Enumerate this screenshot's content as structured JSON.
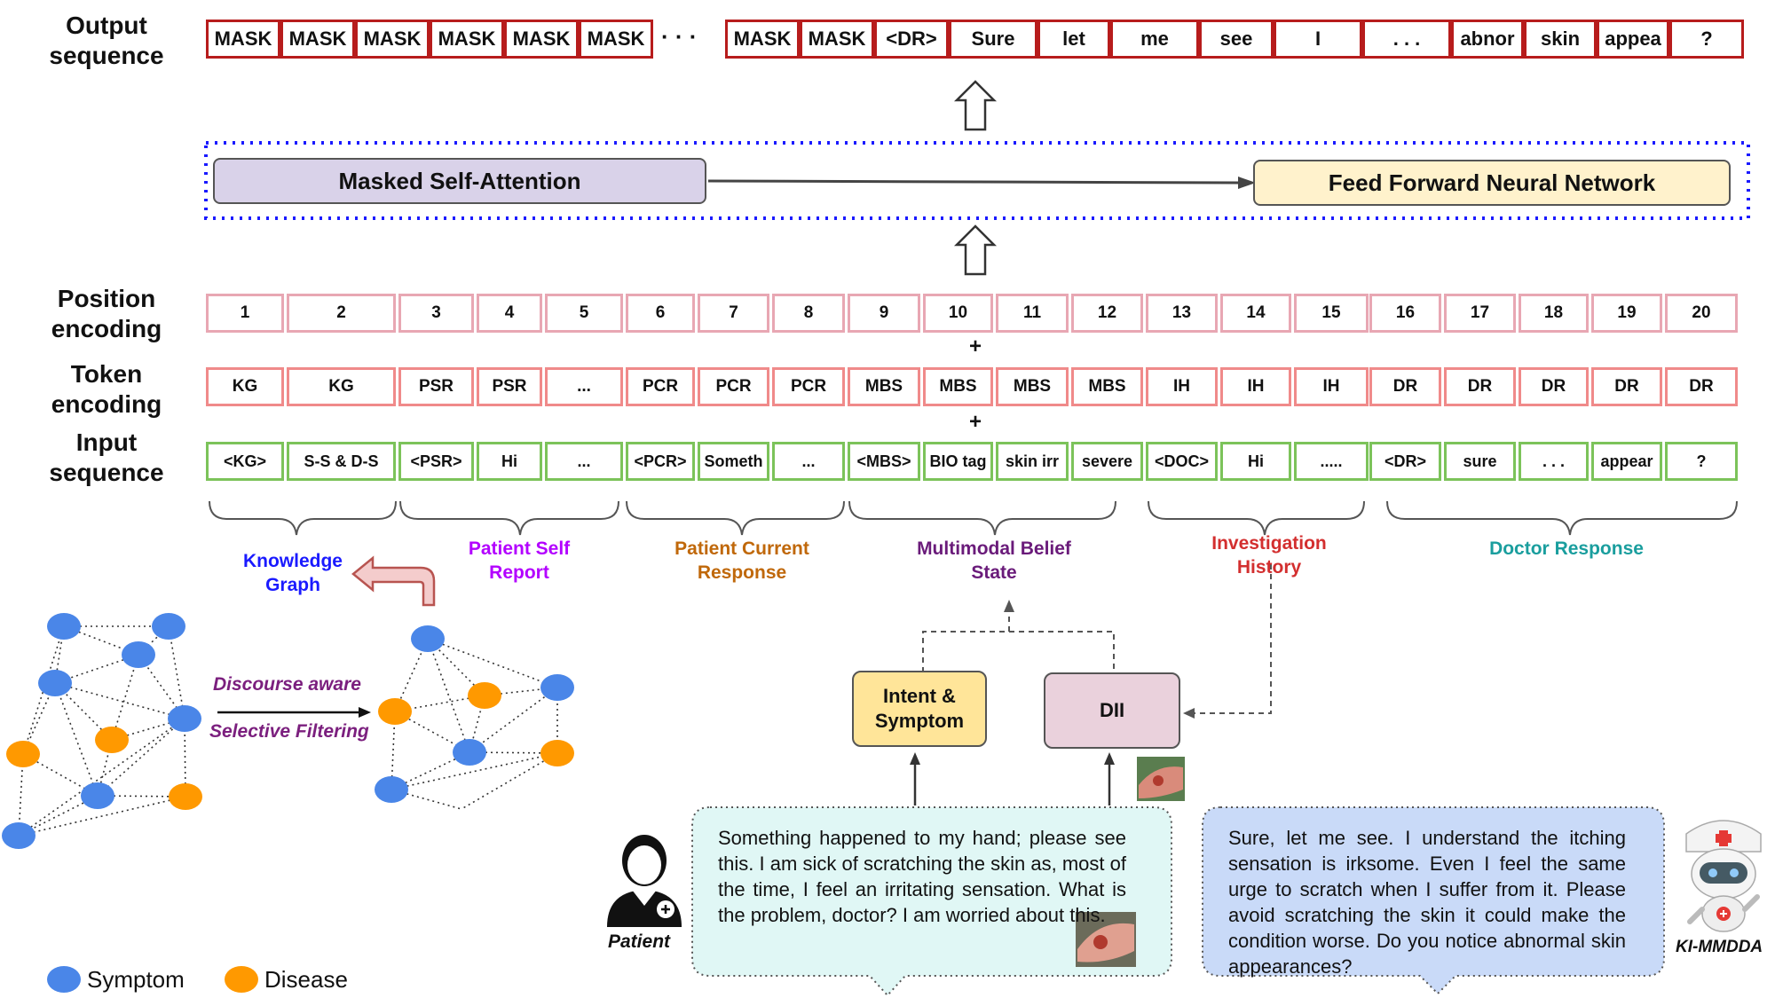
{
  "labels": {
    "output_sequence": [
      "Output",
      "sequence"
    ],
    "position_encoding": [
      "Position",
      "encoding"
    ],
    "token_encoding": [
      "Token",
      "encoding"
    ],
    "input_sequence": [
      "Input",
      "sequence"
    ]
  },
  "output_tokens_left": [
    "MASK",
    "MASK",
    "MASK",
    "MASK",
    "MASK",
    "MASK"
  ],
  "output_ellipsis": "· · ·",
  "output_tokens_right": [
    "MASK",
    "MASK",
    "<DR>",
    "Sure",
    "let",
    "me",
    "see",
    "I",
    ". . .",
    "abnor",
    "skin",
    "appea",
    "?"
  ],
  "attention": {
    "masked_self_attention": "Masked Self-Attention",
    "feed_forward": "Feed Forward Neural Network",
    "colors": {
      "msa_fill": "#d9d2e9",
      "ffn_fill": "#fff2cc",
      "dotted_border": "#1a1aff"
    }
  },
  "position_encoding": [
    "1",
    "2",
    "3",
    "4",
    "5",
    "6",
    "7",
    "8",
    "9",
    "10",
    "11",
    "12",
    "13",
    "14",
    "15",
    "16",
    "17",
    "18",
    "19",
    "20"
  ],
  "token_encoding": [
    "KG",
    "KG",
    "PSR",
    "PSR",
    "...",
    "PCR",
    "PCR",
    "PCR",
    "MBS",
    "MBS",
    "MBS",
    "MBS",
    "IH",
    "IH",
    "IH",
    "DR",
    "DR",
    "DR",
    "DR",
    "DR"
  ],
  "input_sequence": [
    "<KG>",
    "S-S & D-S",
    "<PSR>",
    "Hi",
    "...",
    "<PCR>",
    "Someth",
    "...",
    "<MBS>",
    "BIO tag",
    "skin irr",
    "severe",
    "<DOC>",
    "Hi",
    ".....",
    "<DR>",
    "sure",
    ". . .",
    "appear",
    "?"
  ],
  "plus": "+",
  "segments": [
    {
      "text": [
        "Knowledge",
        "Graph"
      ],
      "color": "#1a1aff"
    },
    {
      "text": [
        "Patient Self",
        "Report"
      ],
      "color": "#b300ff"
    },
    {
      "text": [
        "Patient Current",
        "Response"
      ],
      "color": "#c0680a"
    },
    {
      "text": [
        "Multimodal Belief",
        "State"
      ],
      "color": "#6a1b7a"
    },
    {
      "text": [
        "Investigation",
        "History"
      ],
      "color": "#d32f2f"
    },
    {
      "text": [
        "Doctor Response"
      ],
      "color": "#1a9e9e"
    }
  ],
  "graph": {
    "arrow_label_top": "Discourse aware",
    "arrow_label_bottom": "Selective Filtering",
    "label_color": "#7b1f7e",
    "symptom_color": "#4a86e8",
    "disease_color": "#ff9900"
  },
  "modules": {
    "intent": [
      "Intent &",
      "Symptom"
    ],
    "dii": "DII",
    "colors": {
      "intent_fill": "#ffe599",
      "dii_fill": "#ead1dc"
    }
  },
  "patient": {
    "caption": "Patient",
    "utterance": "Something happened to my hand; please see this. I am sick of scratching the skin as, most of the time, I feel an irritating sensation. What is the problem, doctor? I am worried about this."
  },
  "doctor": {
    "caption": "KI-MMDDA",
    "utterance": "Sure, let me see. I understand the itching sensation is irksome. Even I feel the same urge to scratch when I suffer from it. Please avoid scratching the skin it could make the condition worse. Do you notice abnormal skin appearances?"
  },
  "legend": {
    "symptom": "Symptom",
    "disease": "Disease"
  },
  "icons": [
    "patient-icon",
    "robot-doctor-icon",
    "skin-lesion-image-icon",
    "hollow-up-arrow-icon"
  ]
}
